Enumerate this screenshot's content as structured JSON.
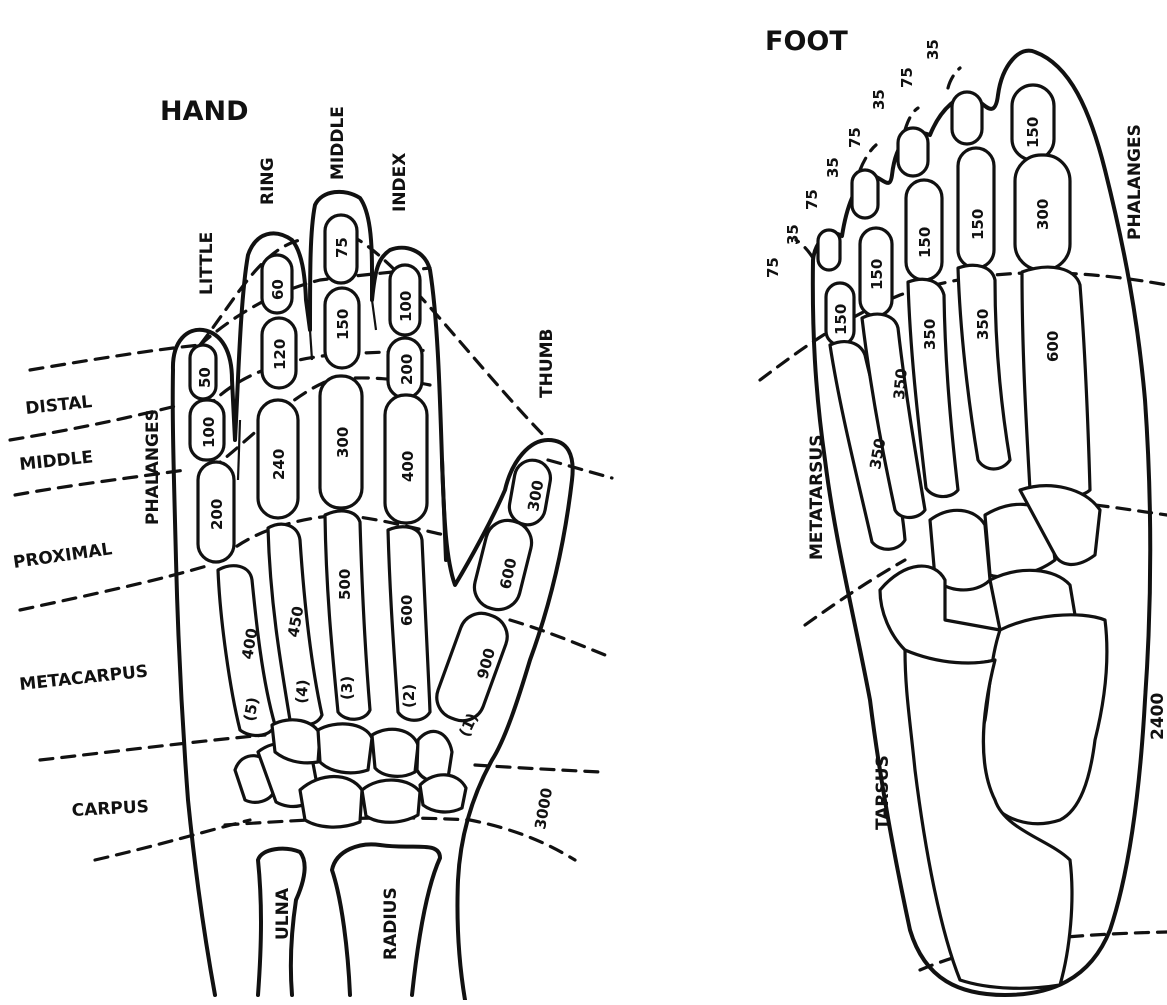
{
  "hand": {
    "title": "HAND",
    "fingers": {
      "little": "LITTLE",
      "ring": "RING",
      "middle": "MIDDLE",
      "index": "INDEX",
      "thumb": "THUMB"
    },
    "regions": {
      "distal": "DISTAL",
      "middle": "MIDDLE",
      "proximal": "PROXIMAL",
      "phalanges": "PHALANGES",
      "metacarpus": "METACARPUS",
      "carpus": "CARPUS"
    },
    "forearm": {
      "ulna": "ULNA",
      "radius": "RADIUS"
    },
    "values": {
      "little_distal": "50",
      "little_middle": "100",
      "little_proximal": "200",
      "little_meta": "400",
      "little_meta_idx": "(5)",
      "ring_distal": "60",
      "ring_middle": "120",
      "ring_proximal": "240",
      "ring_meta": "450",
      "ring_meta_idx": "(4)",
      "middle_distal": "75",
      "middle_middle": "150",
      "middle_proximal": "300",
      "middle_meta": "500",
      "middle_meta_idx": "(3)",
      "index_distal": "100",
      "index_middle": "200",
      "index_proximal": "400",
      "index_meta": "600",
      "index_meta_idx": "(2)",
      "thumb_distal": "300",
      "thumb_proximal": "600",
      "thumb_meta": "900",
      "thumb_meta_idx": "(1)",
      "wrist": "3000"
    }
  },
  "foot": {
    "title": "FOOT",
    "regions": {
      "phalanges": "PHALANGES",
      "metatarsus": "METATARSUS",
      "tarsus": "TARSUS"
    },
    "values": {
      "t5_a": "75",
      "t5_b": "35",
      "t5_c": "150",
      "t5_meta": "350",
      "t4_a": "75",
      "t4_b": "35",
      "t4_c": "150",
      "t4_meta": "350",
      "t3_a": "75",
      "t3_b": "35",
      "t3_c": "150",
      "t3_meta": "350",
      "t2_a": "75",
      "t2_b": "35",
      "t2_c": "150",
      "t2_meta": "350",
      "big_distal": "150",
      "big_proximal": "300",
      "big_meta": "600",
      "tarsus_total": "2400"
    }
  }
}
